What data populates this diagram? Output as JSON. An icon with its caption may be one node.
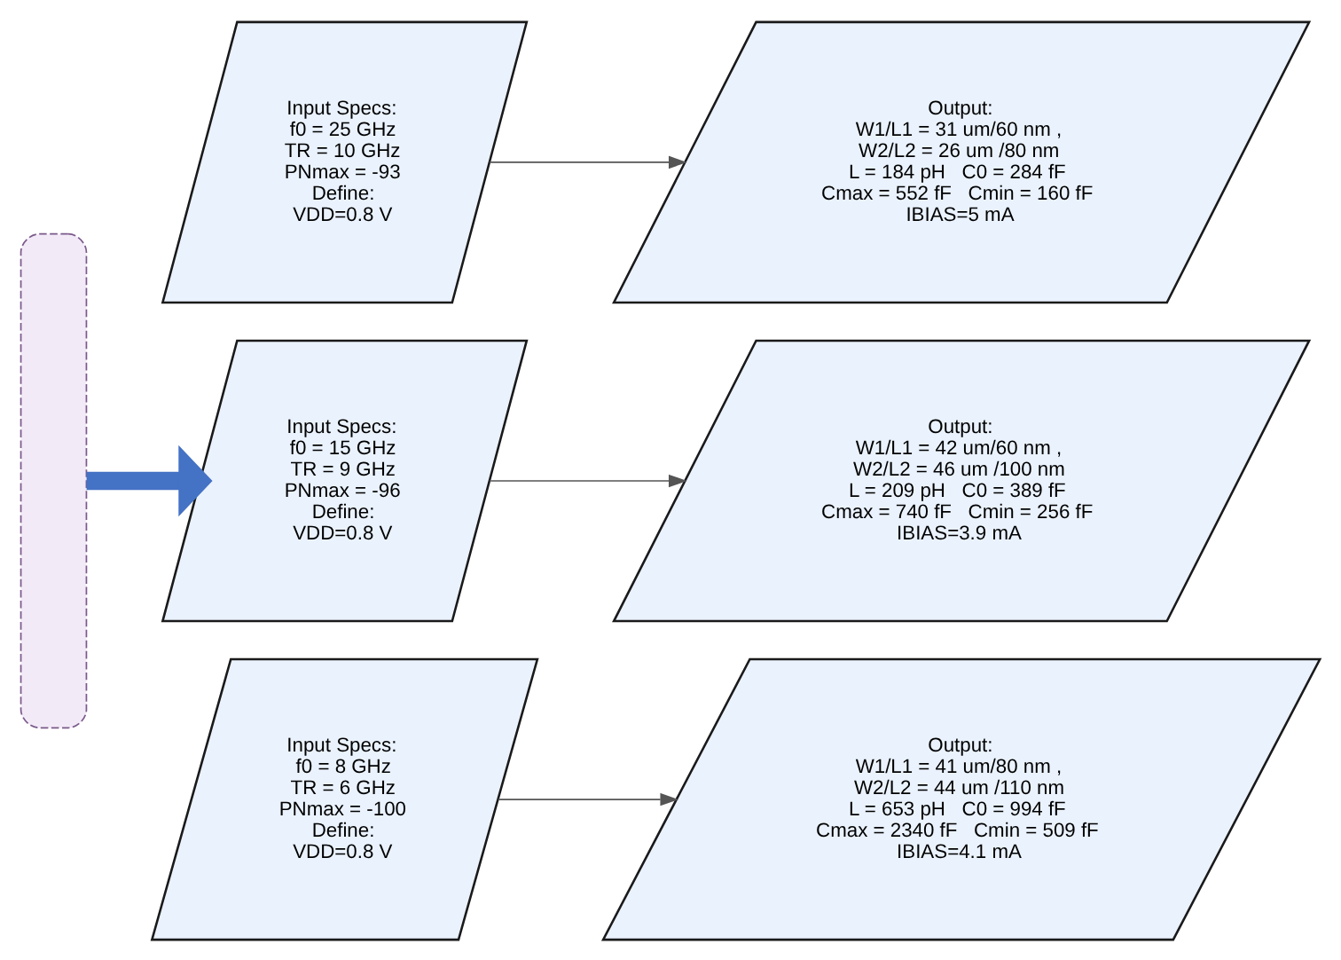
{
  "diagram": {
    "nodes": [
      {
        "text": [],
        "shape": "box"
      },
      {
        "text": [
          "Input Specs:",
          "f0 = 25 GHz",
          "TR = 10 GHz",
          "PNmax = -93",
          "Define:",
          "VDD=0.8 V"
        ]
      },
      {
        "text": [
          "Output:",
          "W1/L1 = 31 um/60 nm ,",
          "W2/L2 = 26 um /80 nm",
          "L = 184 pH   C0 = 284 fF",
          "Cmax = 552 fF   Cmin = 160 fF",
          "IBIAS=5 mA"
        ]
      },
      {
        "text": [
          "Input Specs:",
          "f0 = 15 GHz",
          "TR = 9 GHz",
          "PNmax = -96",
          "Define:",
          "VDD=0.8 V"
        ]
      },
      {
        "text": [
          "Output:",
          "W1/L1 = 42 um/60 nm ,",
          "W2/L2 = 46 um /100 nm",
          "L = 209 pH   C0 = 389 fF",
          "Cmax = 740 fF   Cmin = 256 fF",
          "IBIAS=3.9 mA"
        ]
      },
      {
        "text": [
          "Input Specs:",
          "f0 = 8 GHz",
          "TR = 6 GHz",
          "PNmax = -100",
          "Define:",
          "VDD=0.8 V"
        ]
      },
      {
        "text": [
          "Output:",
          "W1/L1 = 41 um/80 nm ,",
          "W2/L2 = 44 um /110 nm",
          "L = 653 pH   C0 = 994 fF",
          "Cmax = 2340 fF   Cmin = 509 fF",
          "IBIAS=4.1 mA"
        ]
      }
    ],
    "edges": [
      {
        "from": 0,
        "to": 3,
        "arrow": "to",
        "style": "thick",
        "color": "#4472c4"
      },
      {
        "from": 1,
        "to": 2,
        "arrow": "to"
      },
      {
        "from": 3,
        "to": 4,
        "arrow": "to"
      },
      {
        "from": 5,
        "to": 6,
        "arrow": "to"
      }
    ]
  }
}
